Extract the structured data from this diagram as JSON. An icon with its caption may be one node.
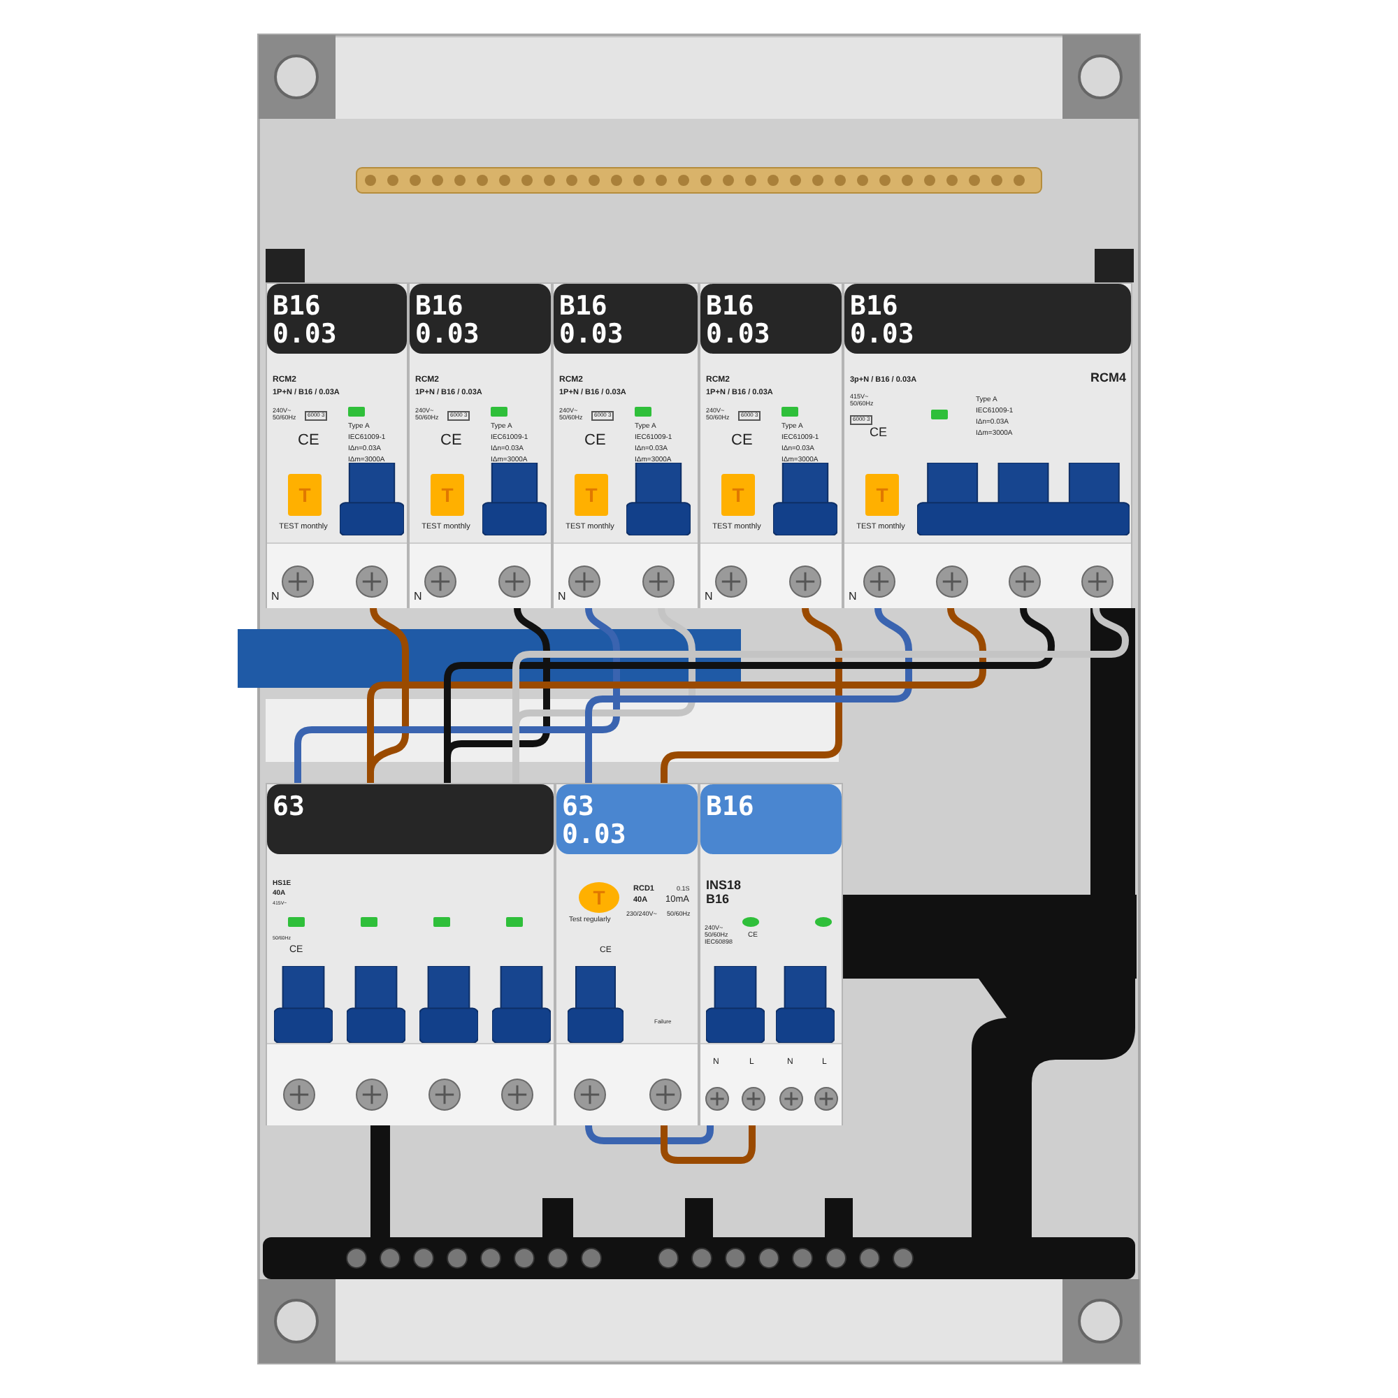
{
  "diagram": {
    "nodes": [
      {
        "text": [
          "B16 0.03",
          "RCM2",
          "1P+N / B16 / 0.03A",
          "240V~ 50/60Hz",
          "6000 3",
          "CE",
          "Type A",
          "IEC61009-1",
          "IΔn=0.03A",
          "IΔm=3000A",
          "T",
          "TEST monthly",
          "N"
        ]
      },
      {
        "text": [
          "B16 0.03",
          "RCM2",
          "1P+N / B16 / 0.03A",
          "240V~ 50/60Hz",
          "6000 3",
          "CE",
          "Type A",
          "IEC61009-1",
          "IΔn=0.03A",
          "IΔm=3000A",
          "T",
          "TEST monthly",
          "N"
        ]
      },
      {
        "text": [
          "B16 0.03",
          "RCM2",
          "1P+N / B16 / 0.03A",
          "240V~ 50/60Hz",
          "6000 3",
          "CE",
          "Type A",
          "IEC61009-1",
          "IΔn=0.03A",
          "IΔm=3000A",
          "T",
          "TEST monthly",
          "N"
        ]
      },
      {
        "text": [
          "B16 0.03",
          "RCM2",
          "1P+N / B16 / 0.03A",
          "240V~ 50/60Hz",
          "6000 3",
          "CE",
          "Type A",
          "IEC61009-1",
          "IΔn=0.03A",
          "IΔm=3000A",
          "T",
          "TEST monthly",
          "N"
        ]
      },
      {
        "text": [
          "B16 0.03",
          "3p+N / B16 / 0.03A",
          "415V~ 50/60Hz",
          "6000 3",
          "CE",
          "Type A",
          "IEC61009-1",
          "IΔn=0.03A",
          "IΔm=3000A",
          "RCM4",
          "T",
          "TEST monthly",
          "N"
        ]
      },
      {
        "text": [
          "63",
          "HS1E",
          "40A",
          "415V~",
          "50/60Hz",
          "CE"
        ]
      },
      {
        "text": [
          "63 0.03",
          "T",
          "Test regularly",
          "RCD1",
          "40A",
          "230/240V~",
          "0.1S",
          "10mA",
          "50/60Hz",
          "CE",
          "Failure"
        ]
      },
      {
        "text": [
          "B16",
          "INS18 B16",
          "240V~ 50/60Hz IEC60898",
          "CE",
          "N",
          "L",
          "N",
          "L"
        ]
      }
    ],
    "edges": [
      {
        "from": 0,
        "to": 5,
        "arrow": "none",
        "color": "#9a4a00"
      },
      {
        "from": 1,
        "to": 5,
        "arrow": "none",
        "color": "#111111"
      },
      {
        "from": 2,
        "to": 5,
        "arrow": "none",
        "color": "#3a64b0"
      },
      {
        "from": 2,
        "to": 5,
        "arrow": "none",
        "color": "#c4c4c4"
      },
      {
        "from": 3,
        "to": 6,
        "arrow": "none",
        "color": "#9a4a00"
      },
      {
        "from": 4,
        "to": 6,
        "arrow": "none",
        "color": "#3a64b0"
      },
      {
        "from": 4,
        "to": 5,
        "arrow": "none",
        "color": "#9a4a00"
      },
      {
        "from": 4,
        "to": 5,
        "arrow": "none",
        "color": "#111111"
      },
      {
        "from": 4,
        "to": 5,
        "arrow": "none",
        "color": "#c4c4c4"
      },
      {
        "from": 6,
        "to": 7,
        "arrow": "none",
        "color": "#3a64b0"
      },
      {
        "from": 6,
        "to": 7,
        "arrow": "none",
        "color": "#9a4a00"
      }
    ]
  }
}
